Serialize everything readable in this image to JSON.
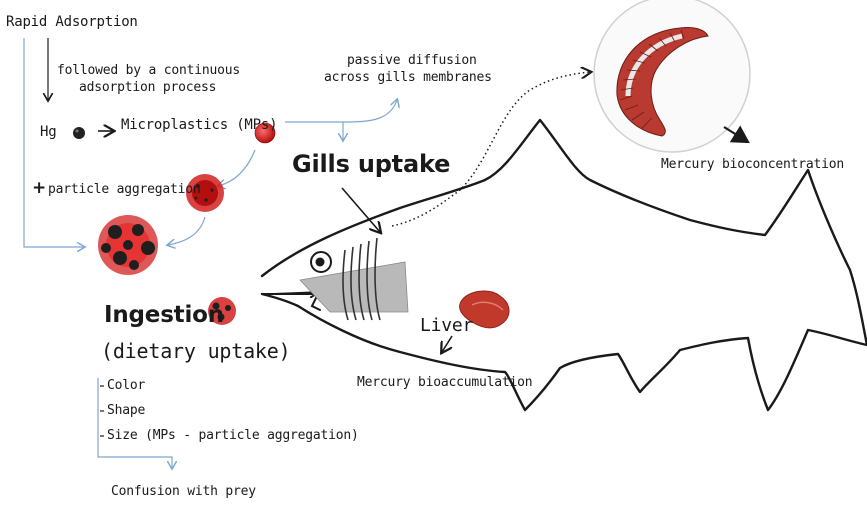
{
  "labels": {
    "rapid_adsorption": "Rapid Adsorption",
    "followed_line1": "followed by a continuous",
    "followed_line2": "adsorption process",
    "hg": "Hg",
    "microplastics": "Microplastics (MPs)",
    "particle_aggregation": "particle aggregation",
    "plus": "+",
    "passive_line1": "passive diffusion",
    "passive_line2": "across gills membranes",
    "gills_uptake": "Gills uptake",
    "mercury_bioconcentration": "Mercury bioconcentration",
    "ingestion": "Ingestion",
    "dietary_uptake": "(dietary uptake)",
    "liver": "Liver",
    "mercury_bioaccumulation": "Mercury bioaccumulation",
    "factor_color": "Color",
    "factor_shape": "Shape",
    "factor_size": "Size (MPs - particle aggregation)",
    "confusion_with_prey": "Confusion with prey"
  },
  "colors": {
    "line_blue": "#7ea6cf",
    "mp_red": "#d42020",
    "gill_red": "#b83a30",
    "liver_red": "#c0392b",
    "ink": "#1a1a1a"
  }
}
